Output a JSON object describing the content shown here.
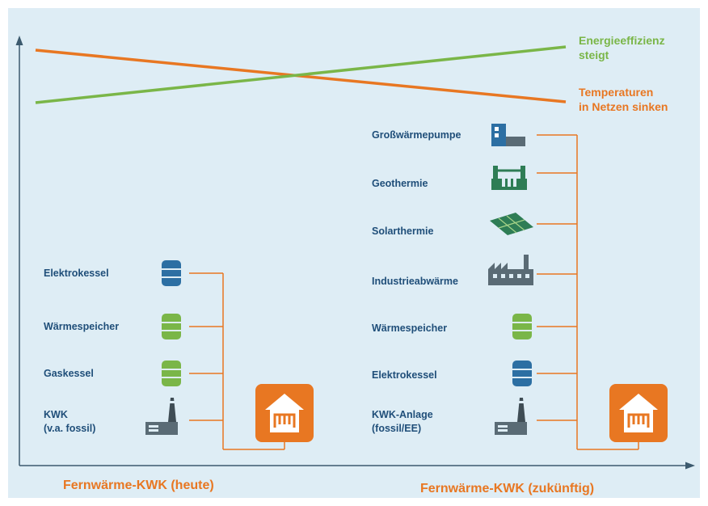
{
  "trend": {
    "efficiency": {
      "label": "Energieeffizienz\nsteigt",
      "color": "#7ab648"
    },
    "temperature": {
      "label": "Temperaturen\nin Netzen sinken",
      "color": "#e87722"
    }
  },
  "left": {
    "title": "Fernwärme-KWK (heute)",
    "items": [
      {
        "label": "Elektrokessel",
        "icon": "tank-blue-icon"
      },
      {
        "label": "Wärmespeicher",
        "icon": "tank-green-icon"
      },
      {
        "label": "Gaskessel",
        "icon": "tank-green-icon"
      },
      {
        "label": "KWK\n(v.a. fossil)",
        "icon": "chp-plant-icon"
      }
    ],
    "target_icon": "house-heating-icon"
  },
  "right": {
    "title": "Fernwärme-KWK (zukünftig)",
    "items": [
      {
        "label": "Großwärmepumpe",
        "icon": "heat-pump-icon"
      },
      {
        "label": "Geothermie",
        "icon": "geothermal-icon"
      },
      {
        "label": "Solarthermie",
        "icon": "solar-collector-icon"
      },
      {
        "label": "Industrieabwärme",
        "icon": "factory-icon"
      },
      {
        "label": "Wärmespeicher",
        "icon": "tank-green-icon"
      },
      {
        "label": "Elektrokessel",
        "icon": "tank-blue-icon"
      },
      {
        "label": "KWK-Anlage\n(fossil/EE)",
        "icon": "chp-plant-icon"
      }
    ],
    "target_icon": "house-heating-icon"
  },
  "colors": {
    "background": "#deedf5",
    "axis": "#3c5a6e",
    "label": "#1f4e79",
    "connector": "#e87722",
    "green": "#7ab648",
    "blue": "#2c6fa3",
    "orange": "#e87722"
  }
}
